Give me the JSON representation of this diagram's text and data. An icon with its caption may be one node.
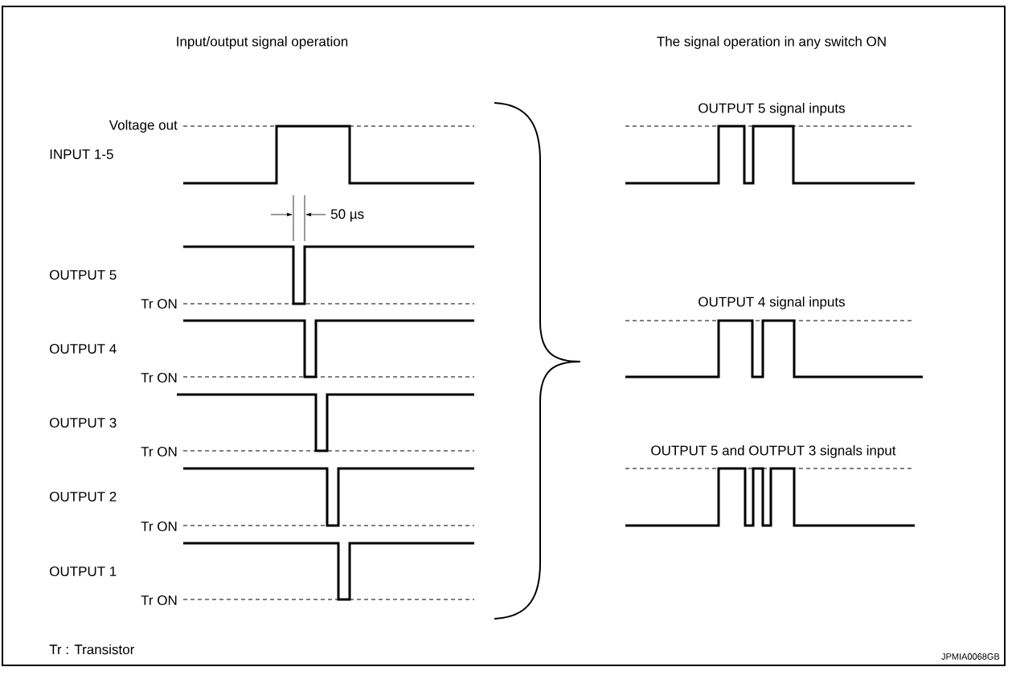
{
  "diagram": {
    "labels": [
      "Input/output signal operation",
      "The signal operation in any switch ON",
      "OUTPUT 5 signal inputs",
      "Voltage out",
      "INPUT 1-5",
      "50 µs",
      "OUTPUT 5",
      "Tr ON",
      "OUTPUT 4 signal inputs",
      "OUTPUT 4",
      "Tr ON",
      "OUTPUT 3",
      "OUTPUT 5 and OUTPUT 3 signals input",
      "Tr ON",
      "OUTPUT 2",
      "Tr ON",
      "OUTPUT 1",
      "Tr ON",
      "Tr : Transistor",
      "JPMIA0068GB"
    ]
  }
}
